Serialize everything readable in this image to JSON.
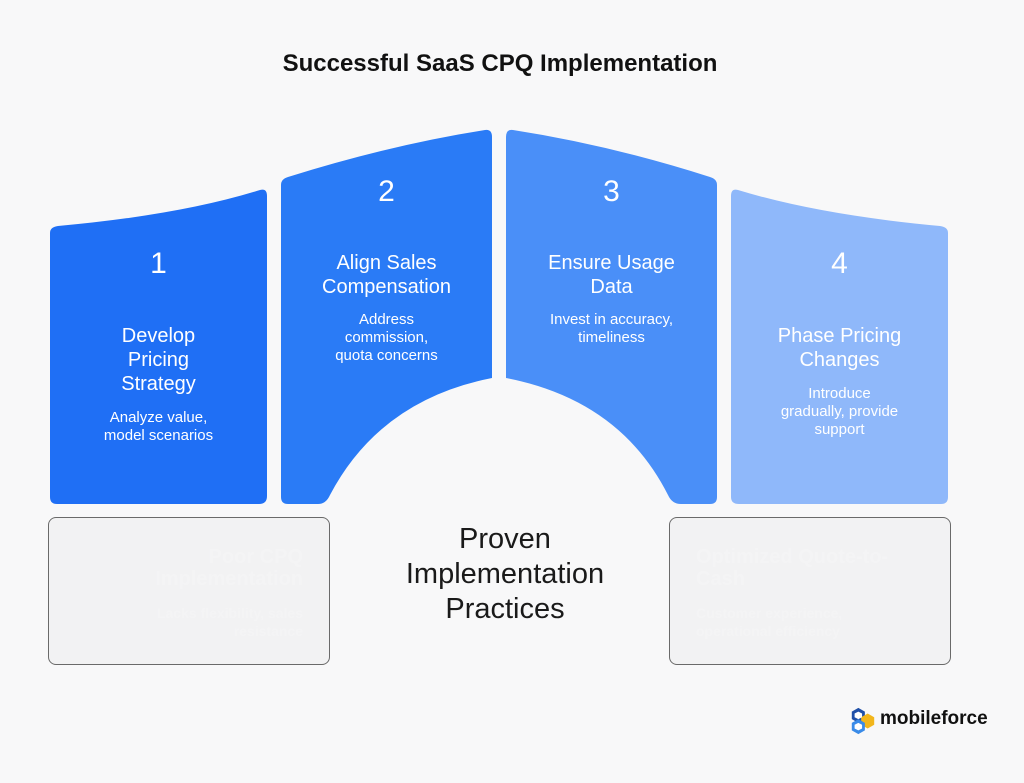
{
  "title": "Successful SaaS CPQ Implementation",
  "colors": {
    "step1": "#1f6ff5",
    "step2": "#2a7bf6",
    "step3": "#4a8ff8",
    "step4": "#8fb8fa",
    "background": "#f8f8f9"
  },
  "steps": [
    {
      "number": "1",
      "heading": "Develop Pricing Strategy",
      "heading_lines": [
        "Develop",
        "Pricing",
        "Strategy"
      ],
      "desc_lines": [
        "Analyze value,",
        "model scenarios"
      ]
    },
    {
      "number": "2",
      "heading": "Align Sales Compensation",
      "heading_lines": [
        "Align Sales",
        "Compensation"
      ],
      "desc_lines": [
        "Address",
        "commission,",
        "quota concerns"
      ]
    },
    {
      "number": "3",
      "heading": "Ensure Usage Data",
      "heading_lines": [
        "Ensure Usage",
        "Data"
      ],
      "desc_lines": [
        "Invest in accuracy,",
        "timeliness"
      ]
    },
    {
      "number": "4",
      "heading": "Phase Pricing Changes",
      "heading_lines": [
        "Phase Pricing",
        "Changes"
      ],
      "desc_lines": [
        "Introduce",
        "gradually, provide",
        "support"
      ]
    }
  ],
  "left_box": {
    "heading_lines": [
      "Poor CPQ",
      "Implementation"
    ],
    "desc_lines": [
      "Lacks flexibility, sales",
      "resistance"
    ]
  },
  "right_box": {
    "heading_lines": [
      "Optimized Quote-to-",
      "Cash"
    ],
    "desc_lines": [
      "Customer experience,",
      "operational efficiency"
    ]
  },
  "center_label_lines": [
    "Proven",
    "Implementation",
    "Practices"
  ],
  "logo": {
    "text": "mobileforce",
    "icon": "mobileforce-logo-icon"
  }
}
